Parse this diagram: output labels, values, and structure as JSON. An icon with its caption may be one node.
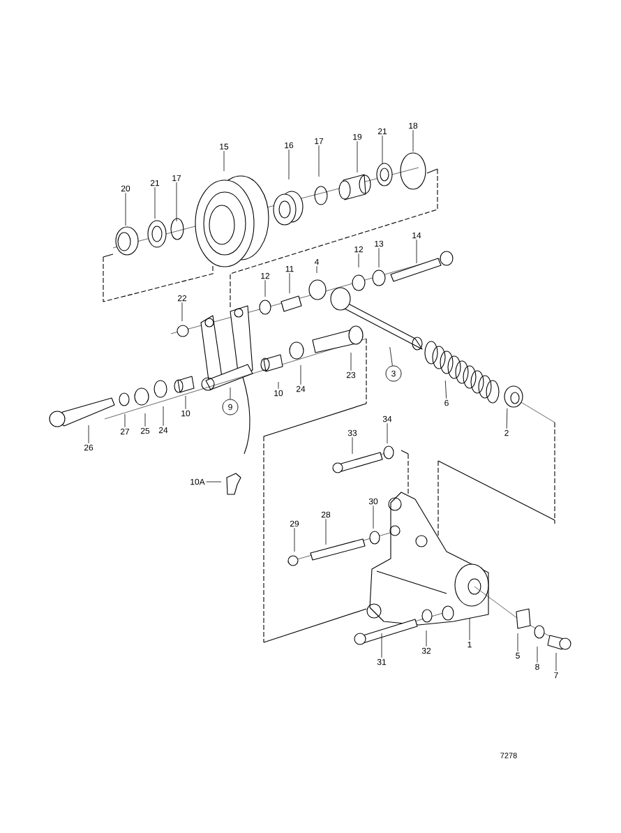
{
  "diagram": {
    "nodes": [
      {
        "text": [
          "15"
        ]
      },
      {
        "text": [
          "16"
        ]
      },
      {
        "text": [
          "17"
        ]
      },
      {
        "text": [
          "19"
        ]
      },
      {
        "text": [
          "21"
        ]
      },
      {
        "text": [
          "18"
        ]
      },
      {
        "text": [
          "20"
        ]
      },
      {
        "text": [
          "21"
        ]
      },
      {
        "text": [
          "17"
        ]
      },
      {
        "text": [
          "14"
        ]
      },
      {
        "text": [
          "13"
        ]
      },
      {
        "text": [
          "12"
        ]
      },
      {
        "text": [
          "4"
        ]
      },
      {
        "text": [
          "12"
        ]
      },
      {
        "text": [
          "11"
        ]
      },
      {
        "text": [
          "22"
        ]
      },
      {
        "text": [
          "3"
        ]
      },
      {
        "text": [
          "9"
        ]
      },
      {
        "text": [
          "6"
        ]
      },
      {
        "text": [
          "2"
        ]
      },
      {
        "text": [
          "23"
        ]
      },
      {
        "text": [
          "24"
        ]
      },
      {
        "text": [
          "10"
        ]
      },
      {
        "text": [
          "26"
        ]
      },
      {
        "text": [
          "27"
        ]
      },
      {
        "text": [
          "25"
        ]
      },
      {
        "text": [
          "24"
        ]
      },
      {
        "text": [
          "10"
        ]
      },
      {
        "text": [
          "33"
        ]
      },
      {
        "text": [
          "34"
        ]
      },
      {
        "text": [
          "10A"
        ]
      },
      {
        "text": [
          "29"
        ]
      },
      {
        "text": [
          "28"
        ]
      },
      {
        "text": [
          "30"
        ]
      },
      {
        "text": [
          "31"
        ]
      },
      {
        "text": [
          "32"
        ]
      },
      {
        "text": [
          "1"
        ]
      },
      {
        "text": [
          "5"
        ]
      },
      {
        "text": [
          "8"
        ]
      },
      {
        "text": [
          "7"
        ]
      }
    ],
    "edges": [
      {
        "from": 0,
        "to": null,
        "arrow": "none"
      },
      {
        "from": 1,
        "to": null,
        "arrow": "none"
      },
      {
        "from": 2,
        "to": null,
        "arrow": "none"
      },
      {
        "from": 3,
        "to": null,
        "arrow": "none"
      },
      {
        "from": 4,
        "to": null,
        "arrow": "none"
      },
      {
        "from": 5,
        "to": null,
        "arrow": "none"
      },
      {
        "from": 6,
        "to": null,
        "arrow": "none"
      },
      {
        "from": 7,
        "to": null,
        "arrow": "none"
      },
      {
        "from": 8,
        "to": null,
        "arrow": "none"
      },
      {
        "from": 9,
        "to": null,
        "arrow": "none"
      },
      {
        "from": 10,
        "to": null,
        "arrow": "none"
      },
      {
        "from": 11,
        "to": null,
        "arrow": "none"
      },
      {
        "from": 12,
        "to": null,
        "arrow": "none"
      },
      {
        "from": 13,
        "to": null,
        "arrow": "none"
      },
      {
        "from": 14,
        "to": null,
        "arrow": "none"
      },
      {
        "from": 15,
        "to": null,
        "arrow": "none"
      },
      {
        "from": 16,
        "to": null,
        "arrow": "none"
      },
      {
        "from": 17,
        "to": null,
        "arrow": "none"
      },
      {
        "from": 18,
        "to": null,
        "arrow": "none"
      },
      {
        "from": 19,
        "to": null,
        "arrow": "none"
      },
      {
        "from": 20,
        "to": null,
        "arrow": "none"
      },
      {
        "from": 21,
        "to": null,
        "arrow": "none"
      },
      {
        "from": 22,
        "to": null,
        "arrow": "none"
      },
      {
        "from": 23,
        "to": null,
        "arrow": "none"
      },
      {
        "from": 24,
        "to": null,
        "arrow": "none"
      },
      {
        "from": 25,
        "to": null,
        "arrow": "none"
      },
      {
        "from": 26,
        "to": null,
        "arrow": "none"
      },
      {
        "from": 27,
        "to": null,
        "arrow": "none"
      },
      {
        "from": 28,
        "to": null,
        "arrow": "none"
      },
      {
        "from": 29,
        "to": null,
        "arrow": "none"
      },
      {
        "from": 30,
        "to": null,
        "arrow": "none"
      },
      {
        "from": 31,
        "to": null,
        "arrow": "none"
      },
      {
        "from": 32,
        "to": null,
        "arrow": "none"
      },
      {
        "from": 33,
        "to": null,
        "arrow": "none"
      },
      {
        "from": 34,
        "to": null,
        "arrow": "none"
      },
      {
        "from": 35,
        "to": null,
        "arrow": "none"
      },
      {
        "from": 36,
        "to": null,
        "arrow": "none"
      },
      {
        "from": 37,
        "to": null,
        "arrow": "none"
      },
      {
        "from": 38,
        "to": null,
        "arrow": "none"
      },
      {
        "from": 39,
        "to": null,
        "arrow": "none"
      }
    ],
    "labels": [
      "7278"
    ]
  }
}
